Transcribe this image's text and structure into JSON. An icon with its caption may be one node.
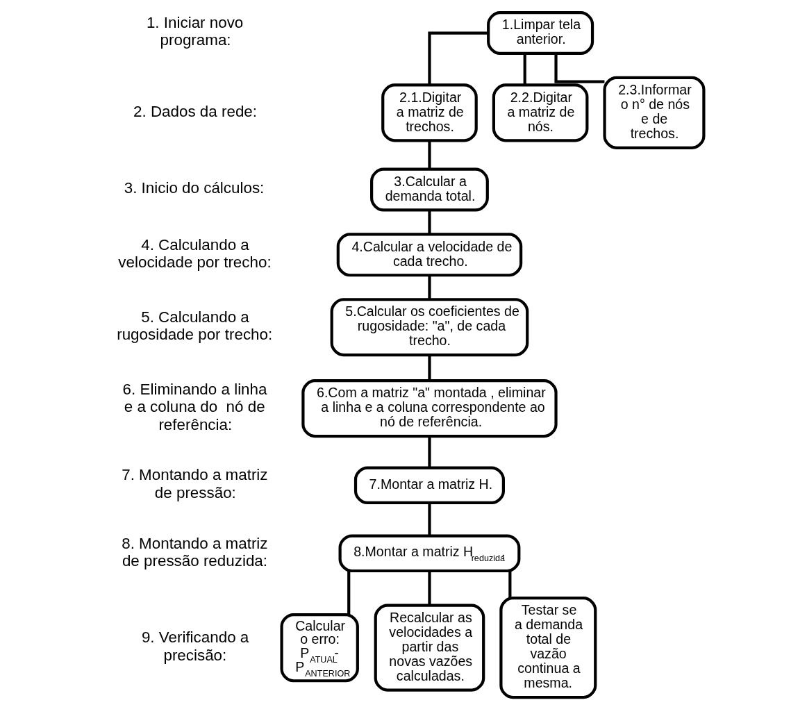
{
  "diagram": {
    "nodes": [
      {
        "text": [
          "1.Limpar tela anterior."
        ]
      },
      {
        "text": [
          "2.1.Digitar a matriz de trechos."
        ]
      },
      {
        "text": [
          "2.2.Digitar a matriz de nós."
        ]
      },
      {
        "text": [
          "2.3.Informar o n° de nós e de trechos."
        ]
      },
      {
        "text": [
          "3.Calcular a demanda total."
        ]
      },
      {
        "text": [
          "4.Calcular a velocidade de cada trecho."
        ]
      },
      {
        "text": [
          "5.Calcular os coeficientes de rugosidade: \"a\", de cada trecho."
        ]
      },
      {
        "text": [
          "6.Com a matriz \"a\" montada , eliminar a linha e a coluna correspondente ao nó de referência."
        ]
      },
      {
        "text": [
          "7.Montar a matriz H."
        ]
      },
      {
        "text": [
          "8.Montar a matriz H$_{reduzida}$."
        ]
      },
      {
        "text": [
          "Calcular o erro: P$_{ATUAL}$- P$_{ANTERIOR}$"
        ]
      },
      {
        "text": [
          "Recalcular as velocidades a partir das novas vazões calculadas."
        ]
      },
      {
        "text": [
          "Testar se a demanda total de vazão continua a mesma."
        ]
      }
    ],
    "edges": [
      {
        "from": 0,
        "to": 1,
        "arrow": "none"
      },
      {
        "from": 0,
        "to": 2,
        "arrow": "none"
      },
      {
        "from": 0,
        "to": 3,
        "arrow": "none"
      },
      {
        "from": 1,
        "to": 4,
        "arrow": "none"
      },
      {
        "from": 4,
        "to": 5,
        "arrow": "none"
      },
      {
        "from": 5,
        "to": 6,
        "arrow": "none"
      },
      {
        "from": 6,
        "to": 7,
        "arrow": "none"
      },
      {
        "from": 7,
        "to": 8,
        "arrow": "none"
      },
      {
        "from": 8,
        "to": 9,
        "arrow": "none"
      },
      {
        "from": 9,
        "to": 10,
        "arrow": "none"
      },
      {
        "from": 9,
        "to": 11,
        "arrow": "none"
      },
      {
        "from": 9,
        "to": 12,
        "arrow": "none"
      }
    ],
    "labels": [
      "1. Iniciar novo programa:",
      "2. Dados da rede:",
      "3. Inicio do cálculos:",
      "4. Calculando a velocidade por trecho:",
      "5. Calculando a rugosidade por trecho:",
      "6. Eliminando a linha e a coluna do  nó de referência:",
      "7. Montando a matriz de pressão:",
      "8. Montando a matriz de pressão reduzida:",
      "9. Verificando a precisão:"
    ]
  }
}
